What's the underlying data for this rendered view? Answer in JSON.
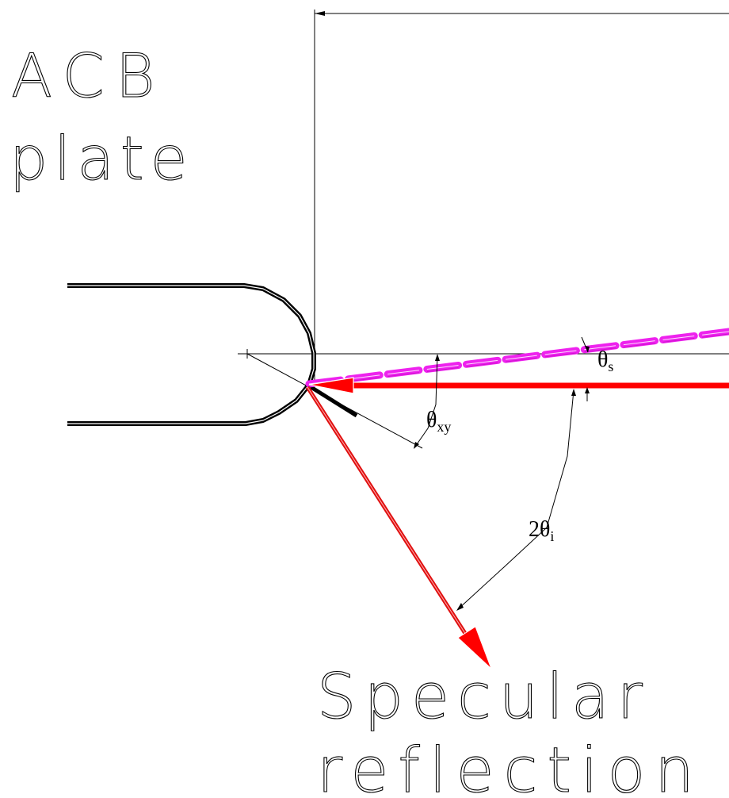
{
  "labels": {
    "plate_line1": "ACB",
    "plate_line2": "plate",
    "reflection_line1": "Specular",
    "reflection_line2": "reflection",
    "theta_s_symbol": "θ",
    "theta_s_sub": "s",
    "theta_xy_symbol": "θ",
    "theta_xy_sub": "xy",
    "two_theta_i_prefix": "2θ",
    "two_theta_i_sub": "i"
  },
  "colors": {
    "incident_beam": "#ff0000",
    "specular_beam": "#e01010",
    "scattered_beam": "#ee22ee",
    "plate_outline": "#000000",
    "construction_lines": "#000000",
    "background": "#ffffff"
  }
}
